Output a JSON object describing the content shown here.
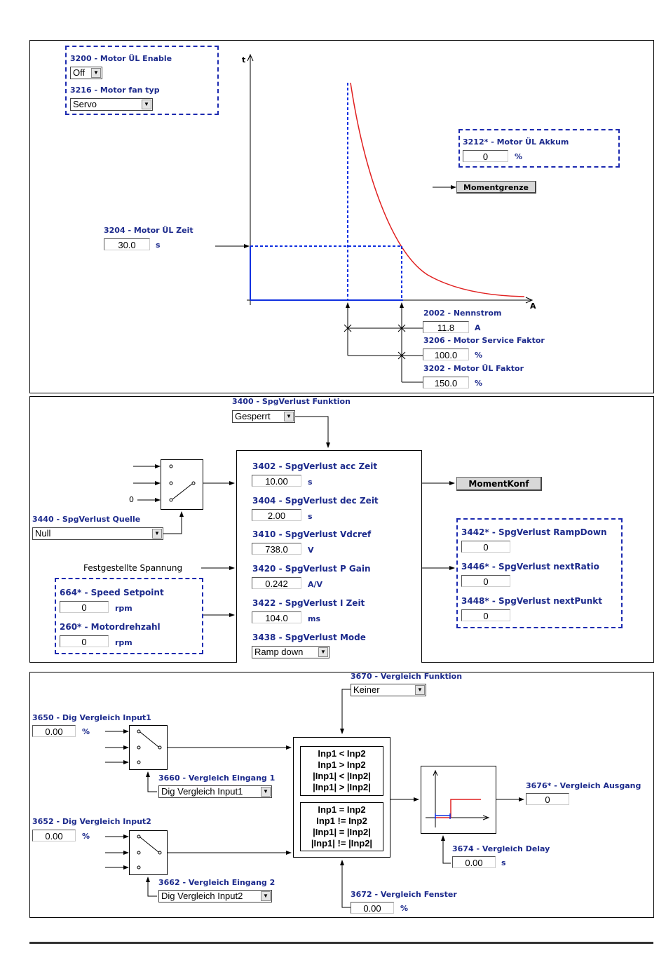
{
  "panel1": {
    "motor_ul_enable": {
      "label": "3200 - Motor ÜL Enable",
      "value": "Off"
    },
    "motor_fan_typ": {
      "label": "3216 - Motor fan typ",
      "value": "Servo"
    },
    "axis_t": "t",
    "axis_a": "A",
    "motor_ul_akkum": {
      "label": "3212* - Motor ÜL Akkum",
      "value": "0",
      "unit": "%"
    },
    "momentgrenze_button": "Momentgrenze",
    "motor_ul_zeit": {
      "label": "3204 - Motor ÜL Zeit",
      "value": "30.0",
      "unit": "s"
    },
    "nennstrom": {
      "label": "2002 - Nennstrom",
      "value": "11.8",
      "unit": "A"
    },
    "service_faktor": {
      "label": "3206 - Motor Service Faktor",
      "value": "100.0",
      "unit": "%"
    },
    "ul_faktor": {
      "label": "3202 - Motor ÜL Faktor",
      "value": "150.0",
      "unit": "%"
    }
  },
  "panel2": {
    "funktion": {
      "label": "3400 - SpgVerlust  Funktion",
      "value": "Gesperrt"
    },
    "switch_input_0": "0",
    "quelle": {
      "label": "3440 - SpgVerlust Quelle",
      "value": "Null"
    },
    "festgestellte": "Festgestellte Spannung",
    "speed_setpoint": {
      "label": "664* - Speed Setpoint",
      "value": "0",
      "unit": "rpm"
    },
    "motordrehzahl": {
      "label": "260* - Motordrehzahl",
      "value": "0",
      "unit": "rpm"
    },
    "acc_zeit": {
      "label": "3402 - SpgVerlust acc Zeit",
      "value": "10.00",
      "unit": "s"
    },
    "dec_zeit": {
      "label": "3404 - SpgVerlust dec Zeit",
      "value": "2.00",
      "unit": "s"
    },
    "vdcref": {
      "label": "3410 - SpgVerlust Vdcref",
      "value": "738.0",
      "unit": "V"
    },
    "p_gain": {
      "label": "3420 - SpgVerlust P Gain",
      "value": "0.242",
      "unit": "A/V"
    },
    "i_zeit": {
      "label": "3422 - SpgVerlust I Zeit",
      "value": "104.0",
      "unit": "ms"
    },
    "mode": {
      "label": "3438 - SpgVerlust Mode",
      "value": "Ramp down"
    },
    "momentkonf_button": "MomentKonf",
    "rampdown": {
      "label": "3442* - SpgVerlust RampDown",
      "value": "0"
    },
    "next_ratio": {
      "label": "3446* - SpgVerlust nextRatio",
      "value": "0"
    },
    "next_punkt": {
      "label": "3448* - SpgVerlust nextPunkt",
      "value": "0"
    }
  },
  "panel3": {
    "funktion": {
      "label": "3670 - Vergleich Funktion",
      "value": "Keiner"
    },
    "input1": {
      "label": "3650 - Dig Vergleich Input1",
      "value": "0.00",
      "unit": "%"
    },
    "eingang1": {
      "label": "3660 - Vergleich Eingang 1",
      "value": "Dig Vergleich Input1"
    },
    "input2": {
      "label": "3652 - Dig Vergleich Input2",
      "value": "0.00",
      "unit": "%"
    },
    "eingang2": {
      "label": "3662 - Vergleich Eingang 2",
      "value": "Dig Vergleich Input2"
    },
    "compare_group1": [
      "Inp1 < Inp2",
      "Inp1 > Inp2",
      "|Inp1| < |Inp2|",
      "|Inp1| > |Inp2|"
    ],
    "compare_group2": [
      "Inp1 = Inp2",
      "Inp1 != Inp2",
      "|Inp1| = |Inp2|",
      "|Inp1| != |Inp2|"
    ],
    "ausgang": {
      "label": "3676* - Vergleich Ausgang",
      "value": "0"
    },
    "delay": {
      "label": "3674 - Vergleich Delay",
      "value": "0.00",
      "unit": "s"
    },
    "fenster": {
      "label": "3672 - Vergleich Fenster",
      "value": "0.00",
      "unit": "%"
    }
  },
  "colors": {
    "label_blue": "#1c2a8c",
    "dashed_blue": "#1c2ab0",
    "curve_red": "#e02020",
    "line_blue": "#1030e0"
  }
}
